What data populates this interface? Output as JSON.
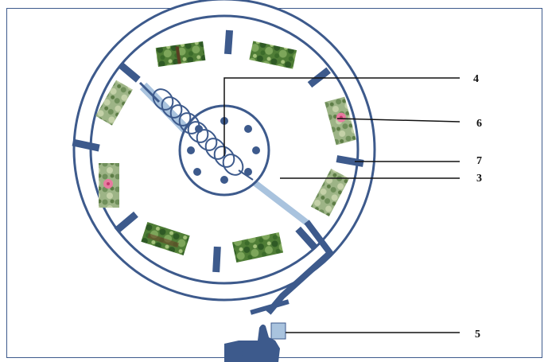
{
  "colors": {
    "stroke": "#3d5a8c",
    "spoke": "#a9c3de",
    "dot": "#3d5a8c",
    "foliage_dark": "#2f5a25",
    "foliage_light": "#7da65a",
    "flower": "#e77aa0"
  },
  "labels": {
    "part_3": "3",
    "part_4": "4",
    "part_5": "5",
    "part_6": "6",
    "part_7": "7"
  },
  "icons": {
    "hand": "hand-icon",
    "flower": "flower-icon"
  }
}
